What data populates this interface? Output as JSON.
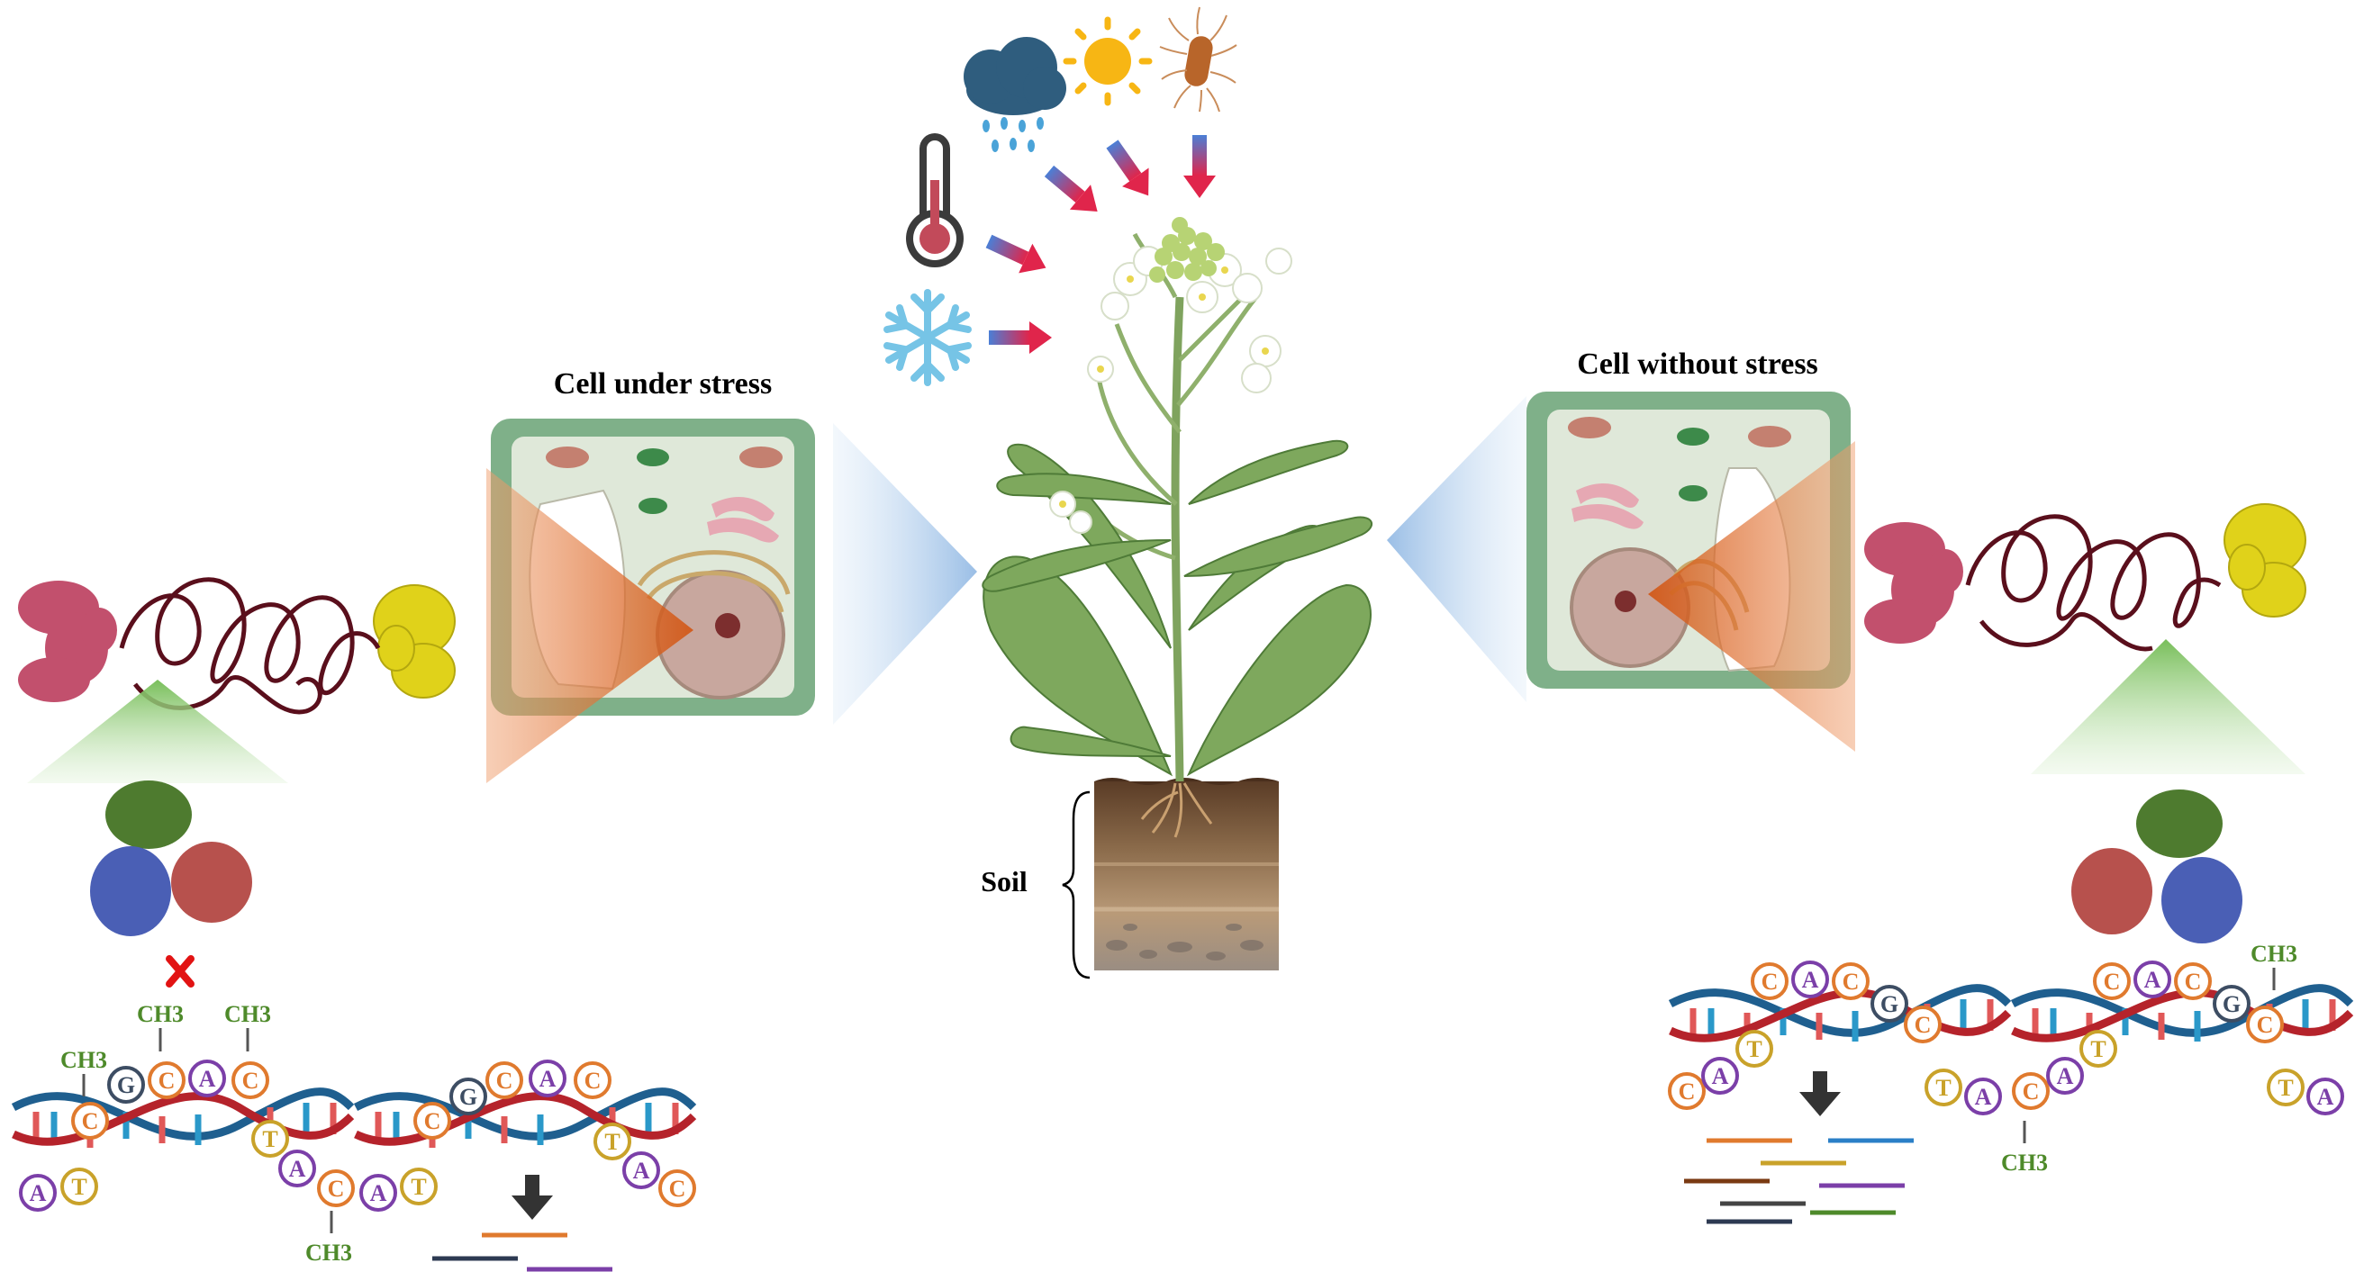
{
  "labels": {
    "stress_cell": "Cell under stress",
    "no_stress_cell": "Cell without stress",
    "soil": "Soil"
  },
  "methyl_tag": "CH3",
  "nucleotides": [
    "A",
    "T",
    "C",
    "G"
  ],
  "colors": {
    "adenine": "#7b3fa8",
    "thymine": "#c9a22a",
    "cytosine": "#e07a2e",
    "guanine": "#3d4d63",
    "methyl": "#4e8a2a",
    "dna_red": "#b5232b",
    "dna_blue": "#1f5f8f",
    "arrow_gradient_start": "#4b7fd6",
    "arrow_gradient_end": "#e0254b"
  },
  "icons": [
    "rain-cloud-icon",
    "sun-icon",
    "bacterium-icon",
    "thermometer-icon",
    "snowflake-icon"
  ]
}
